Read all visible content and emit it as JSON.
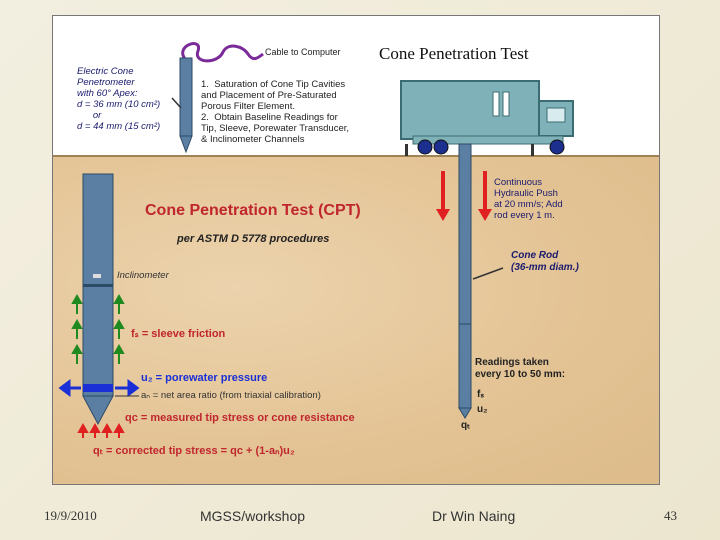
{
  "figure": {
    "title": "Cone Penetration Test",
    "cable_label": "Cable to Computer",
    "penetrometer_label": "Electric Cone\nPenetrometer\nwith 60° Apex:\nd = 36 mm (10 cm²)\n      or\nd = 44 mm (15 cm²)",
    "steps": "1.  Saturation of Cone Tip Cavities\nand Placement of Pre-Saturated\nPorous Filter Element.\n2.  Obtain Baseline Readings for\nTip, Sleeve, Porewater Transducer,\n& Inclinometer Channels",
    "push_label": "Continuous\nHydraulic Push\nat 20 mm/s; Add\nrod every 1 m.",
    "cpt_heading": "Cone Penetration Test (CPT)",
    "standard": "per ASTM D 5778 procedures",
    "inclinometer": "Inclinometer",
    "rod_label": "Cone Rod\n(36-mm diam.)",
    "sleeve": "fₛ = sleeve friction",
    "porewater": "u₂ = porewater pressure",
    "area_ratio": "aₙ = net area ratio (from triaxial calibration)",
    "tip_stress": "qᴄ = measured tip stress or cone resistance",
    "corrected": "qₜ = corrected tip stress = qᴄ + (1-aₙ)u₂",
    "readings": "Readings taken\nevery 10 to 50 mm:",
    "fs": "fₛ",
    "u2": "u₂",
    "qt": "qₜ"
  },
  "footer": {
    "date": "19/9/2010",
    "event": "MGSS/workshop",
    "author": "Dr Win Naing",
    "page": "43"
  },
  "colors": {
    "rod": "#5a7fa3",
    "truck": "#7fb2b8",
    "arrow_green": "#1f8a1f",
    "arrow_red": "#e02020",
    "arrow_blue": "#1a2fd6",
    "heading_red": "#c0262e",
    "label_navy": "#1a1a6e"
  }
}
